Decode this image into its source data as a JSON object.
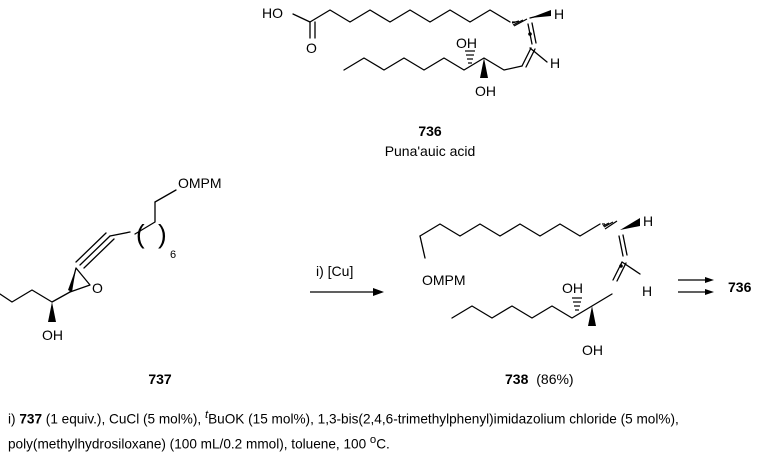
{
  "compounds": {
    "c736": {
      "number": "736",
      "name": "Puna'auic acid"
    },
    "c737": {
      "number": "737"
    },
    "c738": {
      "number": "738",
      "yield": "(86%)"
    },
    "target": {
      "number": "736"
    }
  },
  "atoms": {
    "acid_ho": "HO",
    "acid_o": "O",
    "oh": "OH",
    "h": "H",
    "epoxide_o": "O",
    "ompm": "OMPM",
    "repeat_n": "6"
  },
  "reaction": {
    "reagent": "i) [Cu]"
  },
  "conditions": {
    "prefix": "i) ",
    "compound": "737",
    "part1": " (1 equiv.), CuCl (5 mol%), ",
    "tbu_sup": "t",
    "part2": "BuOK (15 mol%), 1,3-bis(2,4,6-trimethylphenyl)imidazolium chloride (5 mol%), poly(methylhydrosiloxane) (100 mL/0.2 mmol), toluene, 100 ",
    "deg_sup": "o",
    "part3": "C."
  }
}
